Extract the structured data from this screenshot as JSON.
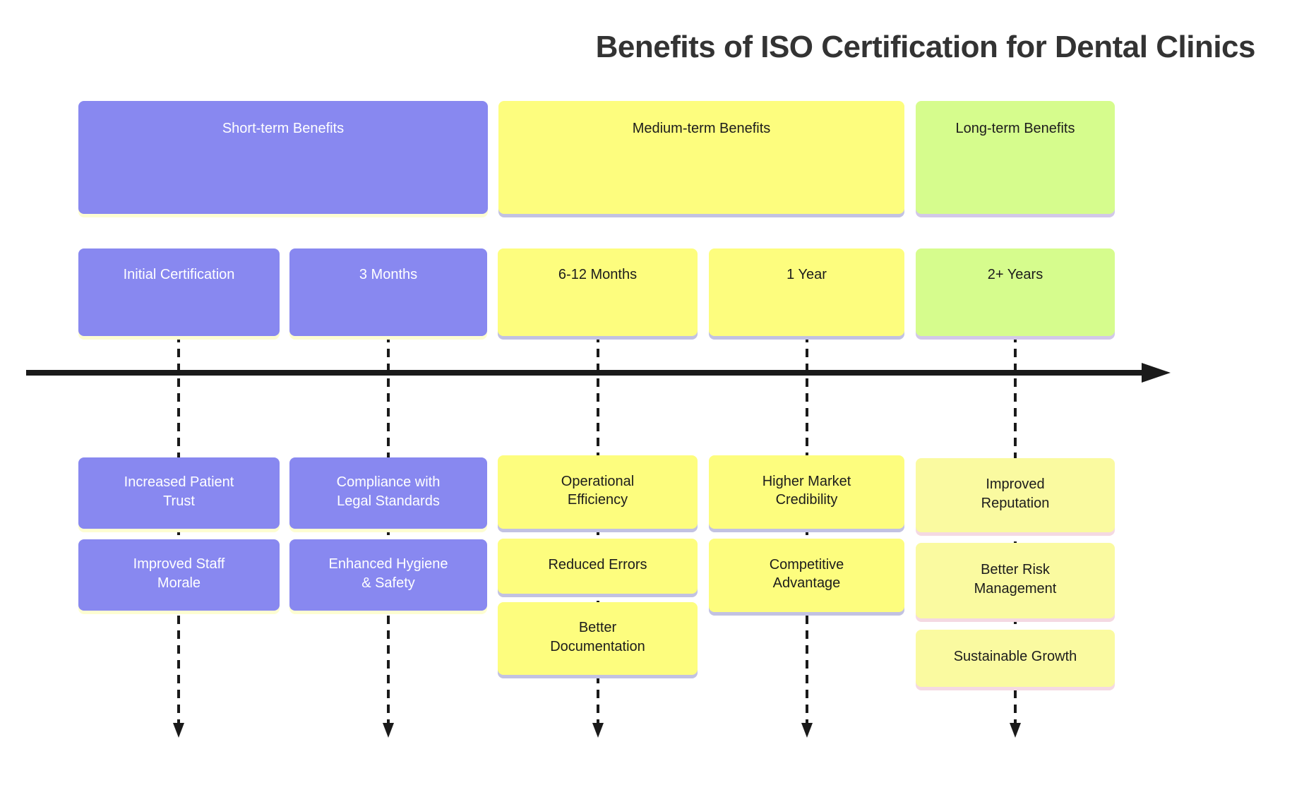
{
  "title": "Benefits of ISO Certification for Dental Clinics",
  "colors": {
    "purple": "#8888F0",
    "yellow": "#FDFD7E",
    "green": "#D6FC8D",
    "pale_yellow": "#FAFAA0",
    "shadow_purple": "#FDFDD2",
    "shadow_yellow": "#C2C2E2",
    "shadow_green": "#D2C8E8",
    "shadow_pale": "#F4D9E2",
    "arrow": "#1A1A1A",
    "text_dark": "#1C1C1C",
    "text_light": "#FFFFFF"
  },
  "phases": [
    {
      "label": "Short-term Benefits",
      "theme": "purple"
    },
    {
      "label": "Medium-term Benefits",
      "theme": "yellow"
    },
    {
      "label": "Long-term Benefits",
      "theme": "green"
    }
  ],
  "milestones": [
    {
      "label": "Initial Certification",
      "theme": "purple",
      "benefits": [
        "Increased Patient\nTrust",
        "Improved Staff\nMorale"
      ]
    },
    {
      "label": "3 Months",
      "theme": "purple",
      "benefits": [
        "Compliance with\nLegal Standards",
        "Enhanced Hygiene\n& Safety"
      ]
    },
    {
      "label": "6-12 Months",
      "theme": "yellow",
      "benefits": [
        "Operational\nEfficiency",
        "Reduced Errors",
        "Better\nDocumentation"
      ]
    },
    {
      "label": "1 Year",
      "theme": "yellow",
      "benefits": [
        "Higher Market\nCredibility",
        "Competitive\nAdvantage"
      ]
    },
    {
      "label": "2+ Years",
      "theme": "green",
      "benefits": [
        "Improved\nReputation",
        "Better Risk\nManagement",
        "Sustainable Growth"
      ]
    }
  ]
}
